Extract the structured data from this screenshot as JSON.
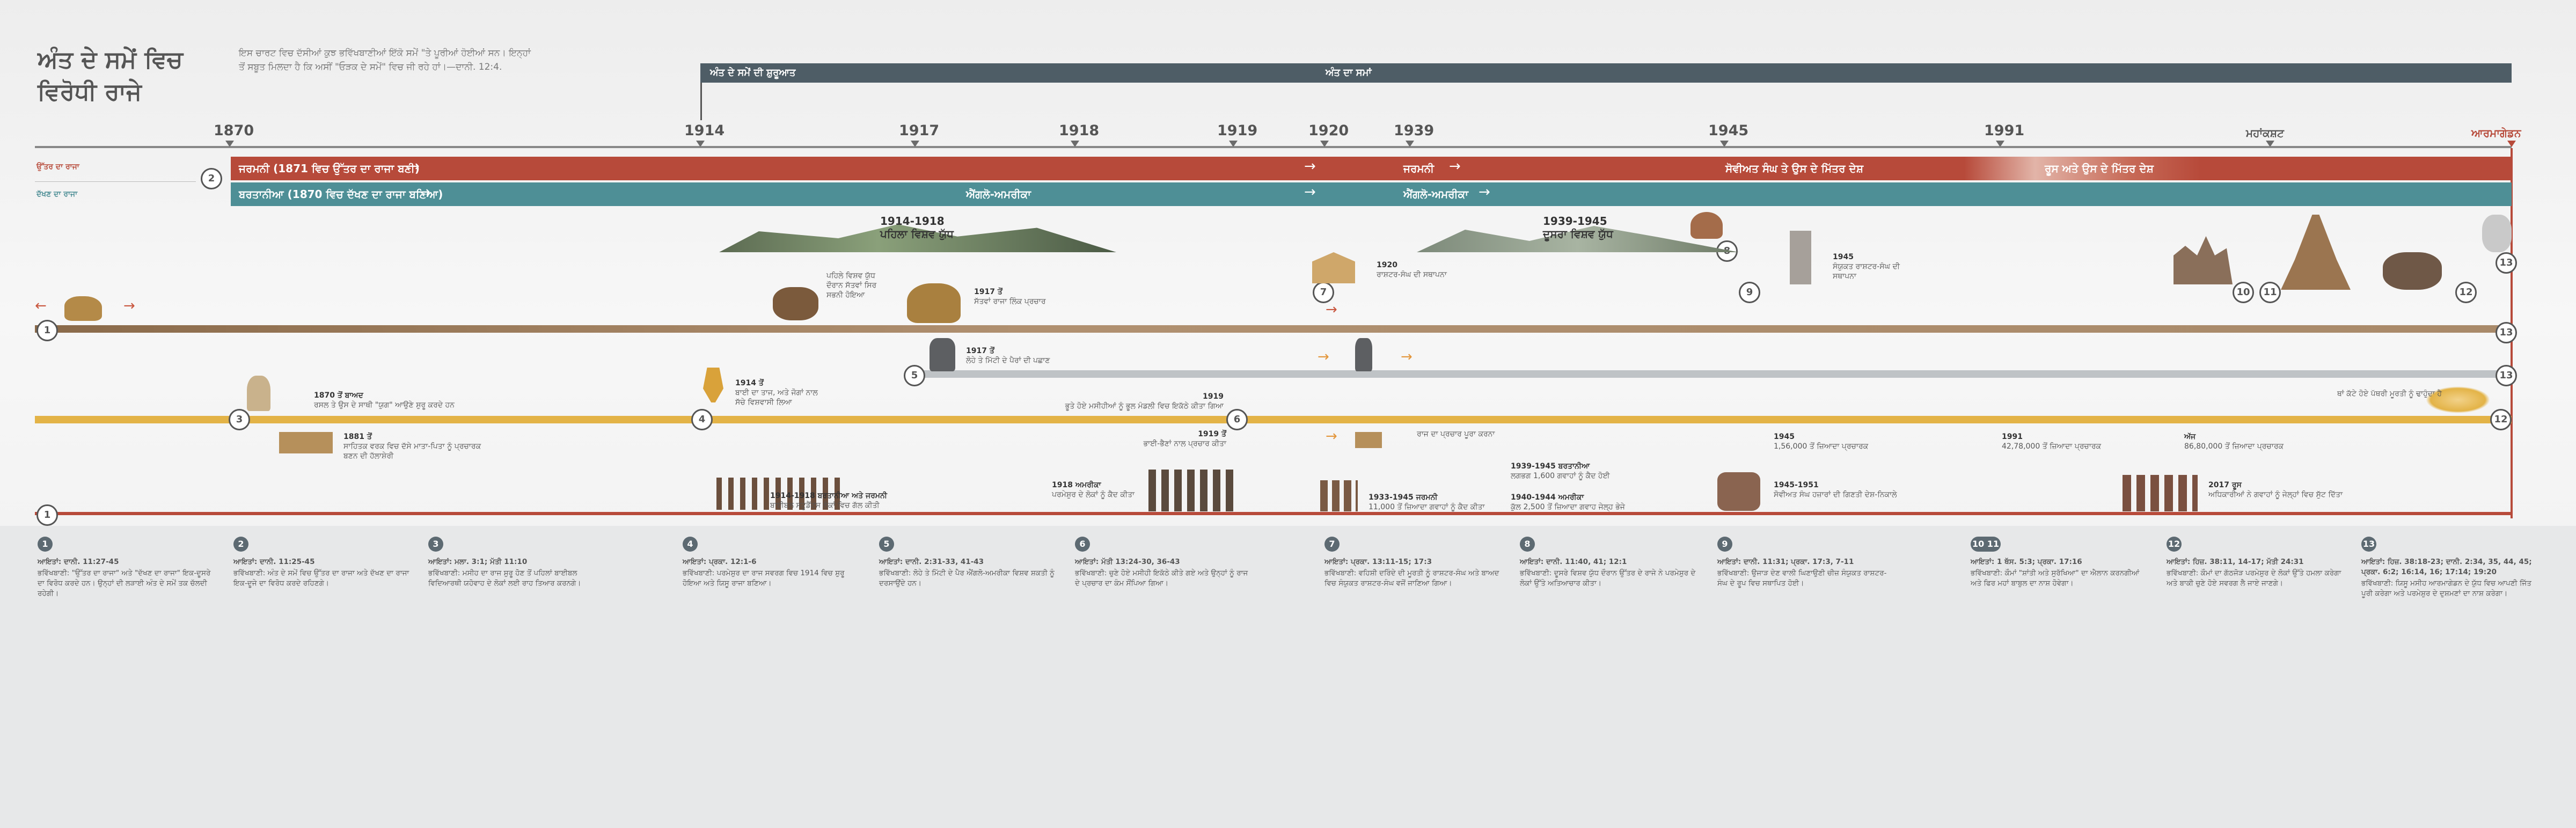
{
  "title": {
    "line1": "ਅੰਤ ਦੇ ਸਮੇਂ ਵਿਚ",
    "line2": "ਵਿਰੋਧੀ ਰਾਜੇ"
  },
  "intro_lines": [
    "ਇਸ ਚਾਰਟ ਵਿਚ ਦੱਸੀਆਂ ਕੁਝ ਭਵਿੱਖਬਾਣੀਆਂ ਇੱਕੋ ਸਮੇਂ \"ਤੇ ਪੂਰੀਆਂ ਹੋਈਆਂ ਸਨ। ਇਨ੍ਹਾਂ",
    "ਤੋਂ ਸਬੂਤ ਮਿਲਦਾ ਹੈ ਕਿ ਅਸੀਂ \"ਓੜਕ ਦੇ ਸਮੇਂ\" ਵਿਚ ਜੀ ਰਹੇ ਹਾਂ।—ਦਾਨੀ. 12:4."
  ],
  "header": {
    "end_begins": "ਅੰਤ ਦੇ ਸਮੇਂ ਦੀ ਸ਼ੁਰੂਆਤ",
    "end_time": "ਅੰਤ ਦਾ ਸਮਾਂ"
  },
  "years": [
    "1870",
    "1914",
    "1917",
    "1918",
    "1919",
    "1920",
    "1939",
    "1945",
    "1991",
    "ਮਹਾਂਕਸ਼ਟ",
    "ਆਰਮਾਗੇਡਨ"
  ],
  "kings": {
    "north": "ਉੱਤਰ ਦਾ ਰਾਜਾ",
    "south": "ਦੱਖਣ ਦਾ ਰਾਜਾ"
  },
  "north_bar": {
    "germany": "ਜਰਮਨੀ (1871 ਵਿਚ ਉੱਤਰ ਦਾ ਰਾਜਾ ਬਣੀ)",
    "germany2": "ਜਰਮਨੀ",
    "soviet": "ਸੋਵੀਅਤ ਸੰਘ ਤੇ ਉਸ ਦੇ ਮਿੱਤਰ ਦੇਸ਼",
    "russia": "ਰੂਸ ਅਤੇ ਉਸ ਦੇ ਮਿੱਤਰ ਦੇਸ਼",
    "color": "#b74a3a"
  },
  "south_bar": {
    "britain": "ਬਰਤਾਨੀਆ (1870 ਵਿਚ ਦੱਖਣ ਦਾ ਰਾਜਾ ਬਣਿਆ)",
    "angloamerica": "ਐਂਗਲੋ-ਅਮਰੀਕਾ",
    "angloamerica2": "ਐਂਗਲੋ-ਅਮਰੀਕਾ",
    "color": "#4e8f96"
  },
  "events": {
    "ww1": {
      "year": "1914-1918",
      "name": "ਪਹਿਲਾ ਵਿਸ਼ਵ ਯੁੱਧ"
    },
    "ww2": {
      "year": "1939-1945",
      "name": "ਦੂਸਰਾ ਵਿਸ਼ਵ ਯੁੱਧ"
    },
    "e1870": {
      "year": "1870 ਤੋਂ ਬਾਅਦ",
      "text": "ਰਸਲ ਤੇ ਉਸ ਦੇ ਸਾਥੀ \"ਯੁਗ\" ਆਉਣੇ ਸ਼ੁਰੂ ਕਰਦੇ ਹਨ"
    },
    "e1881": {
      "year": "1881 ਤੋਂ",
      "text": "ਸਾਹਿਤਕ ਵਰਕ ਵਿਚ ਦੱਸੇ ਮਾਤਾ-ਪਿਤਾ ਨੂੰ ਪ੍ਰਚਾਰਕ ਬਣਨ ਦੀ ਹੱਲਾਸ਼ੇਰੀ"
    },
    "e1914": {
      "year": "1914 ਤੋਂ",
      "text": "ਬਾਈ ਦਾ ਤਾਜ, ਅਤੇ ਜੋਗਾਂ ਨਾਲ ਸੱਚੇ ਵਿਸ਼ਵਾਸੀ ਲਿਆ"
    },
    "e1917": {
      "year": "1917 ਤੋਂ",
      "text": "ਸੱਤਵਾਂ ਰਾਜਾ ਲਿੰਕ ਪ੍ਰਚਾਰ"
    },
    "e1917b": {
      "year": "1917 ਤੋਂ",
      "text": "ਲੋਹੇ ਤੇ ਮਿੱਟੀ ਦੇ ਪੈਰਾਂ ਦੀ ਪਛਾਣ"
    },
    "bear": {
      "text": "ਪਹਿਲੇ ਵਿਸ਼ਵ ਯੁੱਧ ਦੌਰਾਨ ਸੱਤਵਾਂ ਸਿਰ ਸਭਨੀ ਹੋਇਆ"
    },
    "e1919": {
      "year": "1919",
      "text": "ਭੂਤੇ ਹੋਏ ਮਸੀਹੀਆਂ ਨੂੰ ਭੂਲ ਮੰਡਲੀ ਵਿਚ ਇਕੱਠੇ ਕੀਤਾ ਗਿਆ"
    },
    "e1919b": {
      "year": "1919 ਤੋਂ",
      "text": "ਭਾਈ-ਭੈਣਾਂ ਨਾਲ ਪ੍ਰਚਾਰ ਕੀਤਾ"
    },
    "e1918": {
      "year": "1918 ਅਮਰੀਕਾ",
      "text": "ਪਰਮੇਸ਼ੁਰ ਦੇ ਲੋਕਾਂ ਨੂੰ ਕੈਦ ਕੀਤਾ"
    },
    "e19141918": {
      "year": "1914-1918 ਬਰਤਾਨੀਆ ਅਤੇ ਜਰਮਨੀ",
      "text": "ਬਾਈਬਲ ਸਟੂਡੈਂਟਸ ਲੋਕਾਂ ਵਿਚ ਗੱਲ ਕੀਤੀ"
    },
    "e1920": {
      "year": "1920",
      "text": "ਰਾਸ਼ਟਰ-ਸੰਘ ਦੀ ਸਥਾਪਨਾ"
    },
    "e1933": {
      "year": "1933-1945 ਜਰਮਨੀ",
      "text": "11,000 ਤੋਂ ਜ਼ਿਆਦਾ ਗਵਾਹਾਂ ਨੂੰ ਕੈਦ ਕੀਤਾ"
    },
    "e1939b": {
      "year": "1939-1945 ਬਰਤਾਨੀਆ",
      "text": "ਲਗਭਗ 1,600 ਗਵਾਹਾਂ ਨੂੰ ਕੈਦ ਹੋਈ"
    },
    "e1940": {
      "year": "1940-1944 ਅਮਰੀਕਾ",
      "text": "ਕੁੱਲ 2,500 ਤੋਂ ਜ਼ਿਆਦਾ ਗਵਾਹ ਜੇਲ੍ਹ ਭੇਜੇ"
    },
    "e1945un": {
      "year": "1945",
      "text": "ਸੰਯੁਕਤ ਰਾਸ਼ਟਰ-ਸੰਘ ਦੀ ਸਥਾਪਨਾ"
    },
    "e1945p": {
      "year": "1945",
      "text": "1,56,000 ਤੋਂ ਜ਼ਿਆਦਾ ਪ੍ਰਚਾਰਕ"
    },
    "e1991p": {
      "year": "1991",
      "text": "42,78,000 ਤੋਂ ਜ਼ਿਆਦਾ ਪ੍ਰਚਾਰਕ"
    },
    "enow": {
      "year": "ਅੱਜ",
      "text": "86,80,000 ਤੋਂ ਜ਼ਿਆਦਾ ਪ੍ਰਚਾਰਕ"
    },
    "e1945s": {
      "year": "1945-1951",
      "text": "ਸੋਵੀਅਤ ਸੰਘ ਹਜ਼ਾਰਾਂ ਦੀ ਗਿਣਤੀ ਦੇਸ਼-ਨਿਕਾਲੇ"
    },
    "e2017": {
      "year": "2017 ਰੂਸ",
      "text": "ਅਧਿਕਾਰੀਆਂ ਨੇ ਗਵਾਹਾਂ ਨੂੰ ਜੇਲ੍ਹਾਂ ਵਿਚ ਸੁੱਟ ਦਿੱਤਾ"
    },
    "stone": {
      "text": "ਥਾਂ ਕੱਟੇ ਹੋਏ ਪੱਥਰੀ ਮੂਰਤੀ ਨੂੰ ਢਾਹੁੰਦਾ ਹੈ"
    },
    "e1919c": {
      "text": "ਰਾਜ ਦਾ ਪ੍ਰਚਾਰ ਪੂਰਾ ਕਰਨਾ"
    }
  },
  "columns": [
    {
      "num": "1",
      "prophecy": "ਆਇਤਾਂ: ਦਾਨੀ. 11:27-45",
      "fulfilled": "ਭਵਿੱਖਬਾਣੀ: \"ਉੱਤਰ ਦਾ ਰਾਜਾ\" ਅਤੇ \"ਦੱਖਣ ਦਾ ਰਾਜਾ\" ਇਕ-ਦੂਸਰੇ ਦਾ ਵਿਰੋਧ ਕਰਦੇ ਹਨ। ਉਨ੍ਹਾਂ ਦੀ ਲੜਾਈ ਅੰਤ ਦੇ ਸਮੇਂ ਤਕ ਚੱਲਦੀ ਰਹੇਗੀ।"
    },
    {
      "num": "2",
      "prophecy": "ਆਇਤਾਂ: ਦਾਨੀ. 11:25-45",
      "fulfilled": "ਭਵਿੱਖਬਾਣੀ: ਅੰਤ ਦੇ ਸਮੇਂ ਵਿਚ ਉੱਤਰ ਦਾ ਰਾਜਾ ਅਤੇ ਦੱਖਣ ਦਾ ਰਾਜਾ ਇਕ-ਦੂਜੇ ਦਾ ਵਿਰੋਧ ਕਰਦੇ ਰਹਿਣਗੇ।"
    },
    {
      "num": "3",
      "prophecy": "ਆਇਤਾਂ: ਮਲਾ. 3:1; ਮੱਤੀ 11:10",
      "fulfilled": "ਭਵਿੱਖਬਾਣੀ: ਮਸੀਹ ਦਾ ਰਾਜ ਸ਼ੁਰੂ ਹੋਣ ਤੋਂ ਪਹਿਲਾਂ ਬਾਈਬਲ ਵਿਦਿਆਰਥੀ ਯਹੋਵਾਹ ਦੇ ਲੋਕਾਂ ਲਈ ਰਾਹ ਤਿਆਰ ਕਰਨਗੇ।"
    },
    {
      "num": "4",
      "prophecy": "ਆਇਤਾਂ: ਪ੍ਰਕਾ. 12:1-6",
      "fulfilled": "ਭਵਿੱਖਬਾਣੀ: ਪਰਮੇਸ਼ੁਰ ਦਾ ਰਾਜ ਸਵਰਗ ਵਿਚ 1914 ਵਿਚ ਸ਼ੁਰੂ ਹੋਇਆ ਅਤੇ ਯਿਸੂ ਰਾਜਾ ਬਣਿਆ।"
    },
    {
      "num": "5",
      "prophecy": "ਆਇਤਾਂ: ਦਾਨੀ. 2:31-33, 41-43",
      "fulfilled": "ਭਵਿੱਖਬਾਣੀ: ਲੋਹੇ ਤੇ ਮਿੱਟੀ ਦੇ ਪੈਰ ਐਂਗਲੋ-ਅਮਰੀਕਾ ਵਿਸ਼ਵ ਸ਼ਕਤੀ ਨੂੰ ਦਰਸਾਉਂਦੇ ਹਨ।"
    },
    {
      "num": "6",
      "prophecy": "ਆਇਤਾਂ: ਮੱਤੀ 13:24-30, 36-43",
      "fulfilled": "ਭਵਿੱਖਬਾਣੀ: ਚੁਣੇ ਹੋਏ ਮਸੀਹੀ ਇਕੱਠੇ ਕੀਤੇ ਗਏ ਅਤੇ ਉਨ੍ਹਾਂ ਨੂੰ ਰਾਜ ਦੇ ਪ੍ਰਚਾਰ ਦਾ ਕੰਮ ਸੌਂਪਿਆ ਗਿਆ।"
    },
    {
      "num": "7",
      "prophecy": "ਆਇਤਾਂ: ਪ੍ਰਕਾ. 13:11-15; 17:3",
      "fulfilled": "ਭਵਿੱਖਬਾਣੀ: ਵਹਿਸ਼ੀ ਦਰਿੰਦੇ ਦੀ ਮੂਰਤੀ ਨੂੰ ਰਾਸ਼ਟਰ-ਸੰਘ ਅਤੇ ਬਾਅਦ ਵਿਚ ਸੰਯੁਕਤ ਰਾਸ਼ਟਰ-ਸੰਘ ਵਜੋਂ ਜਾਣਿਆ ਗਿਆ।"
    },
    {
      "num": "8",
      "prophecy": "ਆਇਤਾਂ: ਦਾਨੀ. 11:40, 41; 12:1",
      "fulfilled": "ਭਵਿੱਖਬਾਣੀ: ਦੂਸਰੇ ਵਿਸ਼ਵ ਯੁੱਧ ਦੌਰਾਨ ਉੱਤਰ ਦੇ ਰਾਜੇ ਨੇ ਪਰਮੇਸ਼ੁਰ ਦੇ ਲੋਕਾਂ ਉੱਤੇ ਅਤਿਆਚਾਰ ਕੀਤਾ।"
    },
    {
      "num": "9",
      "prophecy": "ਆਇਤਾਂ: ਦਾਨੀ. 11:31; ਪ੍ਰਕਾ. 17:3, 7-11",
      "fulfilled": "ਭਵਿੱਖਬਾਣੀ: ਉਜਾੜ ਦੇਣ ਵਾਲੀ ਘਿਣਾਉਣੀ ਚੀਜ਼ ਸੰਯੁਕਤ ਰਾਸ਼ਟਰ-ਸੰਘ ਦੇ ਰੂਪ ਵਿਚ ਸਥਾਪਿਤ ਹੋਈ।"
    },
    {
      "num": "10 11",
      "prophecy": "ਆਇਤਾਂ: 1 ਥੱਸ. 5:3; ਪ੍ਰਕਾ. 17:16",
      "fulfilled": "ਭਵਿੱਖਬਾਣੀ: ਕੌਮਾਂ \"ਸ਼ਾਂਤੀ ਅਤੇ ਸੁਰੱਖਿਆ\" ਦਾ ਐਲਾਨ ਕਰਨਗੀਆਂ ਅਤੇ ਫਿਰ ਮਹਾਂ ਬਾਬੁਲ ਦਾ ਨਾਸ਼ ਹੋਵੇਗਾ।"
    },
    {
      "num": "12",
      "prophecy": "ਆਇਤਾਂ: ਹਿਜ਼. 38:11, 14-17; ਮੱਤੀ 24:31",
      "fulfilled": "ਭਵਿੱਖਬਾਣੀ: ਕੌਮਾਂ ਦਾ ਗੱਠਜੋੜ ਪਰਮੇਸ਼ੁਰ ਦੇ ਲੋਕਾਂ ਉੱਤੇ ਹਮਲਾ ਕਰੇਗਾ ਅਤੇ ਬਾਕੀ ਚੁਣੇ ਹੋਏ ਸਵਰਗ ਲੈ ਜਾਏ ਜਾਣਗੇ।"
    },
    {
      "num": "13",
      "prophecy": "ਆਇਤਾਂ: ਹਿਜ਼. 38:18-23; ਦਾਨੀ. 2:34, 35, 44, 45; ਪ੍ਰਕਾ. 6:2; 16:14, 16; 17:14; 19:20",
      "fulfilled": "ਭਵਿੱਖਬਾਣੀ: ਯਿਸੂ ਮਸੀਹ ਆਰਮਾਗੇਡਨ ਦੇ ਯੁੱਧ ਵਿਚ ਆਪਣੀ ਜਿੱਤ ਪੂਰੀ ਕਰੇਗਾ ਅਤੇ ਪਰਮੇਸ਼ੁਰ ਦੇ ਦੁਸ਼ਮਣਾਂ ਦਾ ਨਾਸ਼ ਕਰੇਗਾ।"
    }
  ],
  "icons": [
    "lion-icon",
    "bear-icon",
    "soldier-icon",
    "tank-icon",
    "plane-icon",
    "crown-icon",
    "scroll-icon",
    "book-icon",
    "statue-feet-icon",
    "church-icon",
    "temple-icon",
    "building-icon",
    "cloud-icon",
    "horseman-icon"
  ]
}
